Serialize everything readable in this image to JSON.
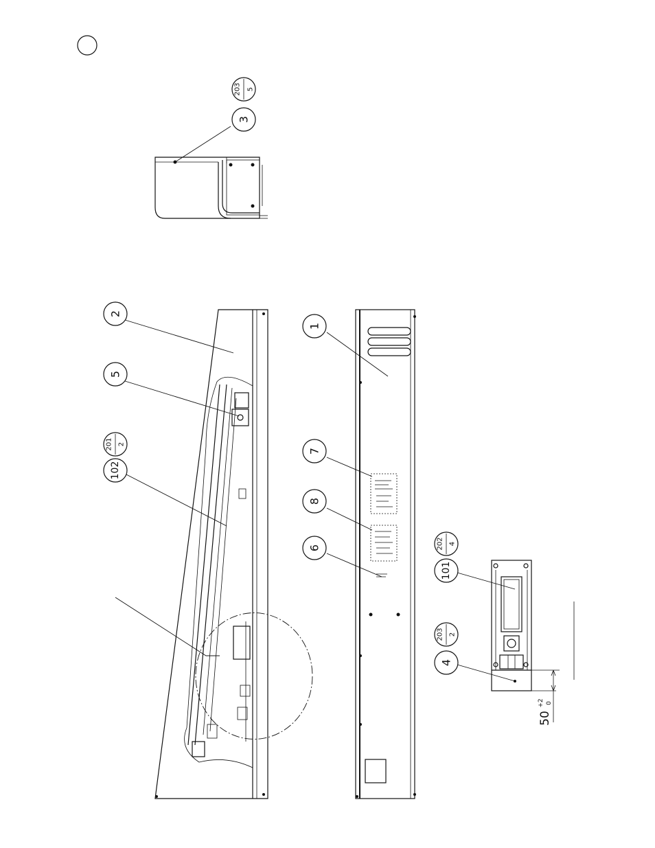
{
  "callouts": {
    "b1": "1",
    "b2": "2",
    "b3": "3",
    "b4": "4",
    "b5": "5",
    "b6": "6",
    "b7": "7",
    "b8": "8",
    "b101": "101",
    "b102": "102"
  },
  "references": {
    "r203_5": {
      "top": "203",
      "bottom": "5"
    },
    "r201_2": {
      "top": "201",
      "bottom": "2"
    },
    "r202_4": {
      "top": "202",
      "bottom": "4"
    },
    "r203_2": {
      "top": "203",
      "bottom": "2"
    }
  },
  "dimension": {
    "value": "50",
    "tol_upper": "+2",
    "tol_lower": "0"
  }
}
